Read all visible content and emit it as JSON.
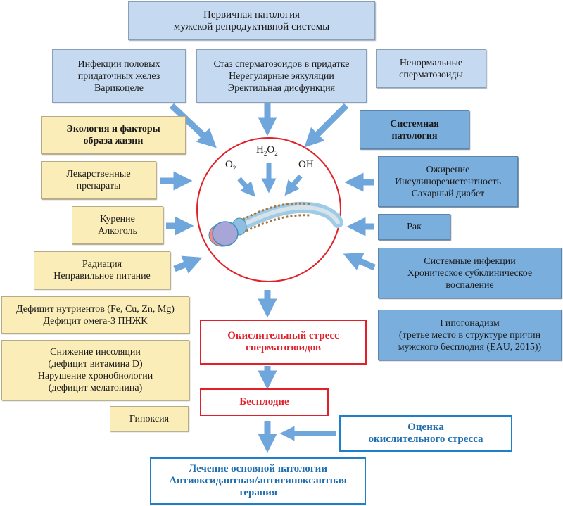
{
  "primary_pathology": {
    "title_lines": [
      "Первичная патология",
      "мужской репродуктивной системы"
    ],
    "items": [
      {
        "lines": [
          "Инфекции половых",
          "придаточных желез",
          "Варикоцеле"
        ]
      },
      {
        "lines": [
          "Стаз сперматозоидов в придатке",
          "Нерегулярные эякуляции",
          "Эректильная дисфункция"
        ]
      },
      {
        "lines": [
          "Ненормальные",
          "сперматозоиды"
        ]
      }
    ]
  },
  "ecology": {
    "title_lines": [
      "Экология и факторы",
      "образа жизни"
    ],
    "items": [
      {
        "lines": [
          "Лекарственные",
          "препараты"
        ]
      },
      {
        "lines": [
          "Курение",
          "Алкоголь"
        ]
      },
      {
        "lines": [
          "Радиация",
          "Неправильное питание"
        ]
      },
      {
        "lines": [
          "Дефицит нутриентов (Fe, Cu, Zn, Mg)",
          "Дефицит омега-3 ПНЖК"
        ]
      },
      {
        "lines": [
          "Снижение инсоляции",
          "(дефицит витамина D)",
          "Нарушение хронобиологии",
          "(дефицит мелатонина)"
        ]
      },
      {
        "lines": [
          "Гипоксия"
        ]
      }
    ]
  },
  "systemic": {
    "title_lines": [
      "Системная",
      "патология"
    ],
    "items": [
      {
        "lines": [
          "Ожирение",
          "Инсулинорезистентность",
          "Сахарный диабет"
        ]
      },
      {
        "lines": [
          "Рак"
        ]
      },
      {
        "lines": [
          "Системные инфекции",
          "Хроническое субклиническое",
          "воспаление"
        ]
      },
      {
        "lines": [
          "Гипогонадизм",
          "(третье место в структуре причин",
          "мужского бесплодия (EAU, 2015))"
        ]
      }
    ]
  },
  "center": {
    "species": [
      {
        "base": "O",
        "sub": "2",
        "label": "O2"
      },
      {
        "text": "H",
        "parts": [
          "H",
          "2",
          "O",
          "2"
        ],
        "label": "H2O2"
      },
      {
        "base": "OH",
        "sub": "",
        "label": "OH"
      }
    ],
    "image_alt": "spermatozoon"
  },
  "flow": {
    "oxidative_stress_lines": [
      "Окислительный стресс",
      "сперматозоидов"
    ],
    "infertility": "Бесплодие",
    "assessment_lines": [
      "Оценка",
      "окислительного стресса"
    ],
    "treatment_lines": [
      "Лечение основной патологии",
      "Антиоксидантная/антигипоксантная",
      "терапия"
    ]
  },
  "colors": {
    "light_blue_box": "#c5d9f0",
    "dark_blue_box": "#7aaedc",
    "yellow_box": "#fbedb7",
    "arrow": "#6fa6dc",
    "red_accent": "#e2202a",
    "blue_accent": "#1f7fc8"
  }
}
